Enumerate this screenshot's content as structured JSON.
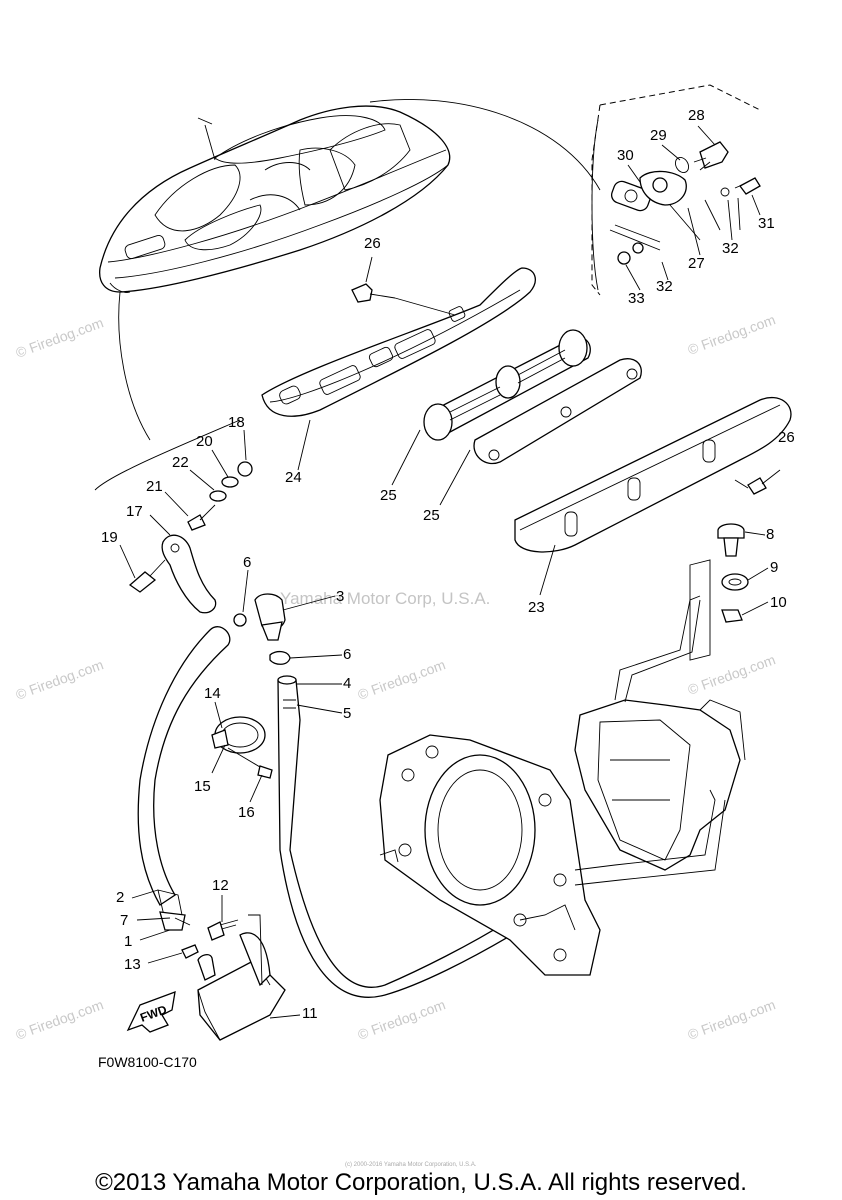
{
  "diagram_code": "F0W8100-C170",
  "fwd_label": "FWD",
  "copyright": "©2013 Yamaha Motor Corporation, U.S.A. All rights reserved.",
  "center_watermark": "Yamaha Motor Corp, U.S.A.",
  "watermark_text": "© Firedog.com",
  "fine_print": "(c) 2000-2016 Yamaha Motor Corporation, U.S.A.",
  "callouts": [
    "1",
    "2",
    "3",
    "4",
    "5",
    "6",
    "6",
    "7",
    "8",
    "9",
    "10",
    "11",
    "12",
    "13",
    "14",
    "15",
    "16",
    "17",
    "18",
    "19",
    "20",
    "21",
    "22",
    "23",
    "24",
    "25",
    "25",
    "26",
    "26",
    "27",
    "28",
    "29",
    "30",
    "31",
    "32",
    "32",
    "33"
  ]
}
